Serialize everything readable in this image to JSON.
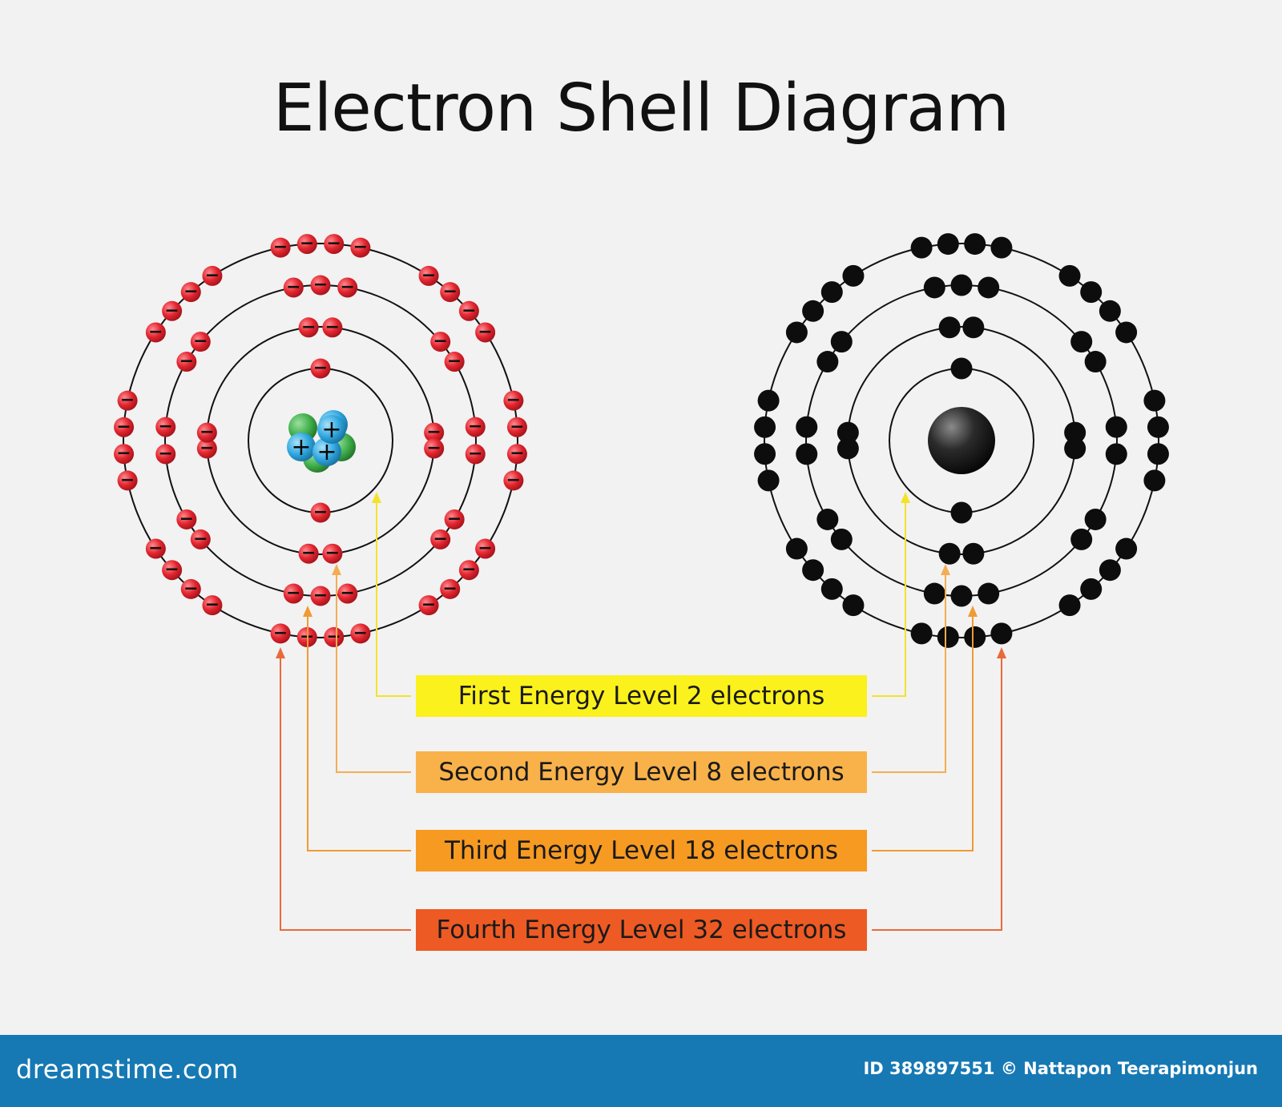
{
  "title": "Electron Shell Diagram",
  "levels": [
    {
      "label": "First Energy Level 2 electrons",
      "electrons": 2,
      "color": "#fbf11c",
      "arrow_color": "#f2e32a"
    },
    {
      "label": "Second Energy Level 8 electrons",
      "electrons": 8,
      "color": "#f9b24a",
      "arrow_color": "#f4ad52"
    },
    {
      "label": "Third Energy Level 18 electrons",
      "electrons": 18,
      "color": "#f79a22",
      "arrow_color": "#f19a33"
    },
    {
      "label": "Fourth Energy Level 32 electrons",
      "electrons": 32,
      "color": "#ee5a24",
      "arrow_color": "#e86a3a"
    }
  ],
  "atoms": [
    {
      "style": "charged",
      "electron_color": "#e32630",
      "electron_symbol": "−",
      "proton_color": "#2ea6de",
      "neutron_color": "#3fae49",
      "proton_symbol": "+"
    },
    {
      "style": "plain",
      "electron_color": "#0d0d0d",
      "nucleus_color": "#2b2b2b"
    }
  ],
  "footer": {
    "brand": "dreamstime.com",
    "credit": "ID 389897551 © Nattapon Teerapimonjun",
    "color": "#1679b4"
  }
}
